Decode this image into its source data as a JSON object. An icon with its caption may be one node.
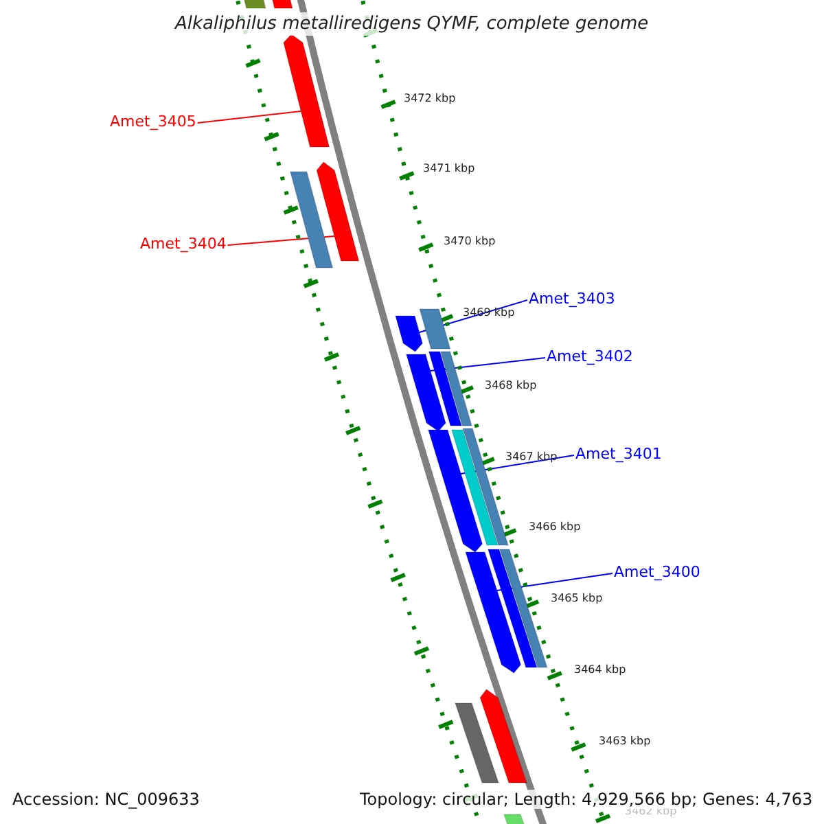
{
  "diagram": {
    "title": "Alkaliphilus metalliredigens QYMF, complete genome",
    "nodes": [
      {
        "text": [],
        "shape": "bar"
      },
      {
        "text": [],
        "shape": "bar"
      },
      {
        "text": [
          "Amet_3405"
        ]
      },
      {
        "text": [],
        "shape": "pentagon"
      },
      {
        "text": [
          "Amet_3404"
        ]
      },
      {
        "text": [],
        "shape": "bar"
      },
      {
        "text": [],
        "shape": "pentagon"
      },
      {
        "text": [
          "Amet_3403"
        ]
      },
      {
        "text": [],
        "shape": "pentagon"
      },
      {
        "text": [],
        "shape": "bar"
      },
      {
        "text": [
          "Amet_3402"
        ]
      },
      {
        "text": [],
        "shape": "pentagon"
      },
      {
        "text": [],
        "shape": "bar"
      },
      {
        "text": [],
        "shape": "bar"
      },
      {
        "text": [
          "Amet_3401"
        ]
      },
      {
        "text": [],
        "shape": "pentagon"
      },
      {
        "text": [],
        "shape": "bar"
      },
      {
        "text": [],
        "shape": "bar"
      },
      {
        "text": [
          "Amet_3400"
        ]
      },
      {
        "text": [],
        "shape": "pentagon"
      },
      {
        "text": [],
        "shape": "bar"
      },
      {
        "text": [],
        "shape": "bar"
      },
      {
        "text": [],
        "shape": "bar"
      },
      {
        "text": [],
        "shape": "pentagon"
      },
      {
        "text": [],
        "shape": "bar"
      }
    ],
    "edges": [
      {
        "from": 2,
        "to": 3,
        "arrow": "none",
        "color": "#ff0000"
      },
      {
        "from": 4,
        "to": 6,
        "arrow": "none",
        "color": "#ff0000"
      },
      {
        "from": 7,
        "to": 8,
        "arrow": "none"
      },
      {
        "from": 10,
        "to": 11,
        "arrow": "none"
      },
      {
        "from": 14,
        "to": 15,
        "arrow": "none"
      },
      {
        "from": 18,
        "to": 19,
        "arrow": "none"
      }
    ],
    "labels": [
      "3472 kbp",
      "3471 kbp",
      "3470 kbp",
      "3469 kbp",
      "3468 kbp",
      "3467 kbp",
      "3466 kbp",
      "3465 kbp",
      "3464 kbp",
      "3463 kbp",
      "3462 kbp",
      "Accession: NC_009633",
      "Topology: circular; Length: 4,929,566 bp; Genes: 4,763"
    ]
  }
}
